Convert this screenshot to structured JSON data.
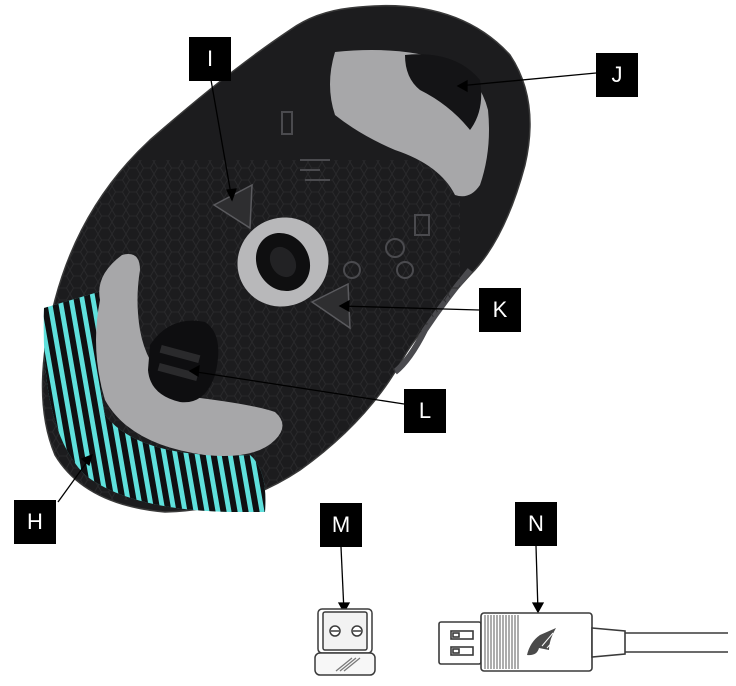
{
  "diagram": {
    "callouts": {
      "i": "I",
      "j": "J",
      "k": "K",
      "l": "L",
      "h": "H",
      "m": "M",
      "n": "N"
    },
    "colors": {
      "mouse_shell": "#1c1c1e",
      "glide_pads": "#a7a7a9",
      "rgb_light": "#5fe0dc",
      "line": "#000000",
      "outline": "#3a3a3a"
    }
  }
}
